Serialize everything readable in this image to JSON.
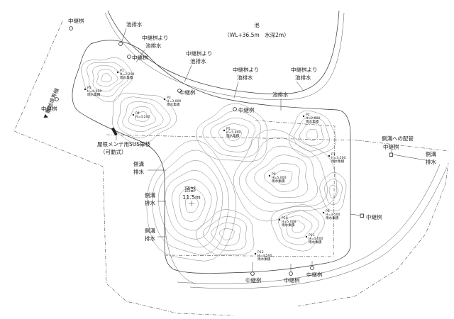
{
  "pond": {
    "title": "池",
    "subtitle": "（WL+36.5m　水深2m）"
  },
  "summit": {
    "title": "頂部",
    "height": "11.5m"
  },
  "labels": {
    "pond_drain": "池排水",
    "from_relay_pit": "中継桝より",
    "relay_pit": "中継桝",
    "side_gutter": "側溝",
    "drain": "排水",
    "to_gutter_pipe": "側溝への配管",
    "maintenance_door_1": "屋根メンテ用SUS扉枝",
    "maintenance_door_2": "（可動式）",
    "arrow_text": "▼ 敷地境界線"
  },
  "points": [
    {
      "id": "P5",
      "sub": "H=4,900",
      "note": "雨水集積"
    },
    {
      "id": "P4",
      "sub": "H=4,200",
      "note": ""
    },
    {
      "id": "P3",
      "sub": "H=3,000",
      "note": "雨水集積"
    },
    {
      "id": "P1",
      "sub": "H=2,200",
      "note": "雨水集積"
    },
    {
      "id": "P5",
      "sub": "H=5,900",
      "note": "雨水集積"
    },
    {
      "id": "P2",
      "sub": "H=2,800",
      "note": "雨水集積"
    },
    {
      "id": "P7",
      "sub": "H=3,500",
      "note": "雨水集積"
    },
    {
      "id": "P9",
      "sub": "H=5,000",
      "note": "雨水集積"
    },
    {
      "id": "P10",
      "sub": "H=5,000",
      "note": "雨水集積"
    },
    {
      "id": "P8",
      "sub": "H=3,500",
      "note": "雨水集積"
    },
    {
      "id": "P11",
      "sub": "H=4,000",
      "note": "雨水集積"
    },
    {
      "id": "P12",
      "sub": "H=3,500",
      "note": "雨水集積"
    }
  ]
}
